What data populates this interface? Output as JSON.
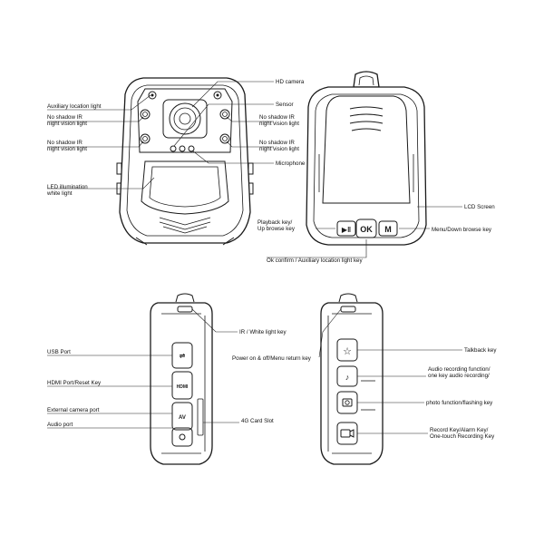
{
  "front_view": {
    "labels": {
      "hd_camera": "HD camera",
      "sensor": "Sensor",
      "auxiliary_location_light": "Auxiliary location light",
      "ir_left_1_line1": "No shadow IR",
      "ir_left_1_line2": "night vision light",
      "ir_right_1_line1": "No shadow IR",
      "ir_right_1_line2": "night vision light",
      "ir_left_2_line1": "No shadow IR",
      "ir_left_2_line2": "night vision light",
      "ir_right_2_line1": "No shadow IR",
      "ir_right_2_line2": "night vision light",
      "microphone": "Microphone",
      "led_line1": "LED illumination",
      "led_line2": "white light"
    }
  },
  "back_view": {
    "labels": {
      "lcd_screen": "LCD Screen",
      "playback_line1": "Playback key/",
      "playback_line2": "Up browse key",
      "menu_down": "Menu/Down browse key",
      "ok_confirm": "Ok confirm / Auxiliary location light key"
    },
    "buttons": {
      "play": "▶‖",
      "ok": "OK",
      "menu": "M"
    }
  },
  "left_side_view": {
    "labels": {
      "ir_white": "IR / White light key",
      "usb_port": "USB Port",
      "hdmi_port": "HDMI Port/Reset Key",
      "external_camera": "External camera port",
      "audio_port": "Audio port",
      "card_slot": "4G Card Slot"
    },
    "port_marks": {
      "usb": "⇌",
      "hdmi": "HDMI",
      "av": "AV"
    }
  },
  "right_side_view": {
    "labels": {
      "power": "Power on & off/Menu return key",
      "talkback": "Talkback key",
      "audio_rec_line1": "Audio recording function/",
      "audio_rec_line2": "one key audio recording/",
      "photo": "photo function/flashing key",
      "record_line1": "Record Key/Alarm Key/",
      "record_line2": "One-touch Recording Key"
    },
    "key_marks": {
      "talkback": "☆",
      "audio": "♪"
    }
  }
}
